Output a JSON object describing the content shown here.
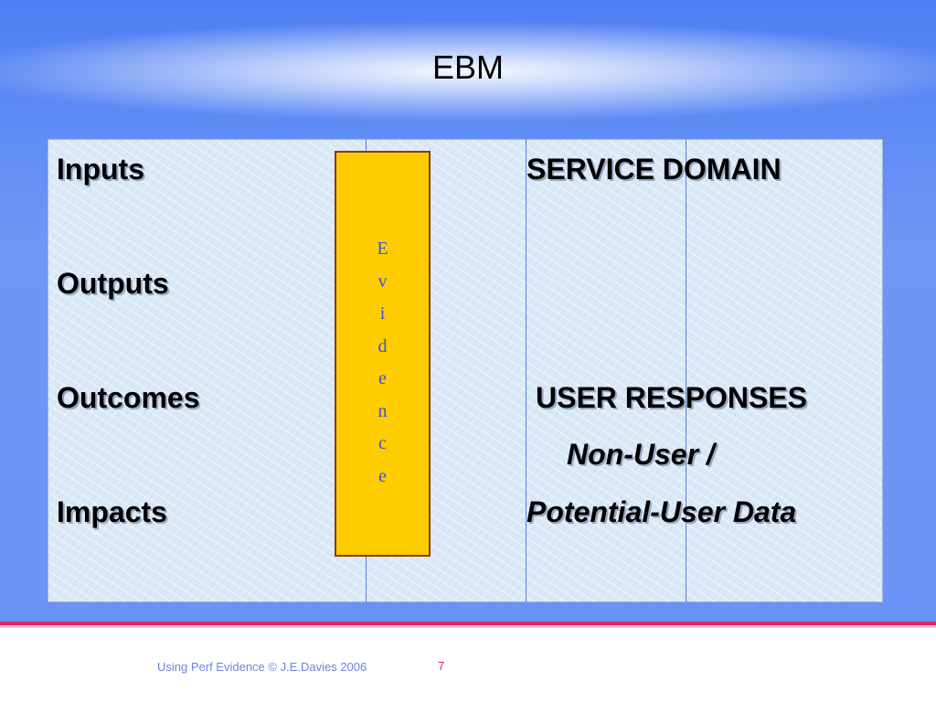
{
  "slide": {
    "title": "EBM",
    "left_labels": [
      "Inputs",
      "Outputs",
      "Outcomes",
      "Impacts"
    ],
    "evidence_letters": [
      "E",
      "v",
      "i",
      "d",
      "e",
      "n",
      "c",
      "e"
    ],
    "right": {
      "service_domain": "SERVICE DOMAIN",
      "user_responses": "USER RESPONSES",
      "non_user": "Non-User /",
      "potential_user": "Potential-User Data"
    }
  },
  "footer": {
    "text": "Using Perf Evidence © J.E.Davies 2006",
    "page_number": "7"
  },
  "colors": {
    "background_blue": "#6a93f7",
    "evidence_box": "#ffcc00",
    "rule_red": "#e0265d",
    "footer_text": "#6a84e0",
    "evidence_text": "#3a55d8"
  }
}
